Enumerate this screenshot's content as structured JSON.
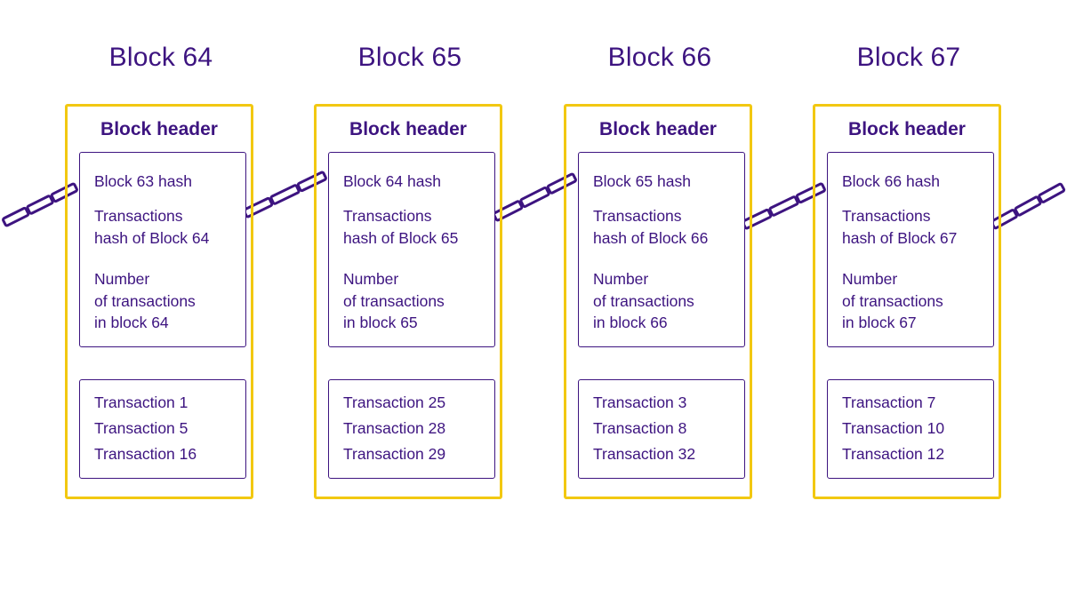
{
  "blocks": [
    {
      "title": "Block 64",
      "header_label": "Block header",
      "prev_hash": "Block 63 hash",
      "merkle_line1": "Transactions",
      "merkle_line2": "hash of Block 64",
      "count_line1": "Number",
      "count_line2": "of transactions",
      "count_line3": "in block 64",
      "transactions": [
        "Transaction 1",
        "Transaction 5",
        "Transaction 16"
      ]
    },
    {
      "title": "Block 65",
      "header_label": "Block header",
      "prev_hash": "Block 64 hash",
      "merkle_line1": "Transactions",
      "merkle_line2": "hash of Block 65",
      "count_line1": "Number",
      "count_line2": "of transactions",
      "count_line3": "in block 65",
      "transactions": [
        "Transaction 25",
        "Transaction 28",
        "Transaction 29"
      ]
    },
    {
      "title": "Block 66",
      "header_label": "Block header",
      "prev_hash": "Block 65 hash",
      "merkle_line1": "Transactions",
      "merkle_line2": "hash of Block 66",
      "count_line1": "Number",
      "count_line2": "of transactions",
      "count_line3": "in block 66",
      "transactions": [
        "Transaction 3",
        "Transaction 8",
        "Transaction 32"
      ]
    },
    {
      "title": "Block 67",
      "header_label": "Block header",
      "prev_hash": "Block 66 hash",
      "merkle_line1": "Transactions",
      "merkle_line2": "hash of Block 67",
      "count_line1": "Number",
      "count_line2": "of transactions",
      "count_line3": "in block 67",
      "transactions": [
        "Transaction 7",
        "Transaction 10",
        "Transaction 12"
      ]
    }
  ],
  "colors": {
    "text": "#3d1480",
    "block_border": "#f2c811",
    "chain": "#3d1480",
    "background": "#ffffff"
  },
  "icons": {
    "chain_link": "chain-link-icon"
  }
}
